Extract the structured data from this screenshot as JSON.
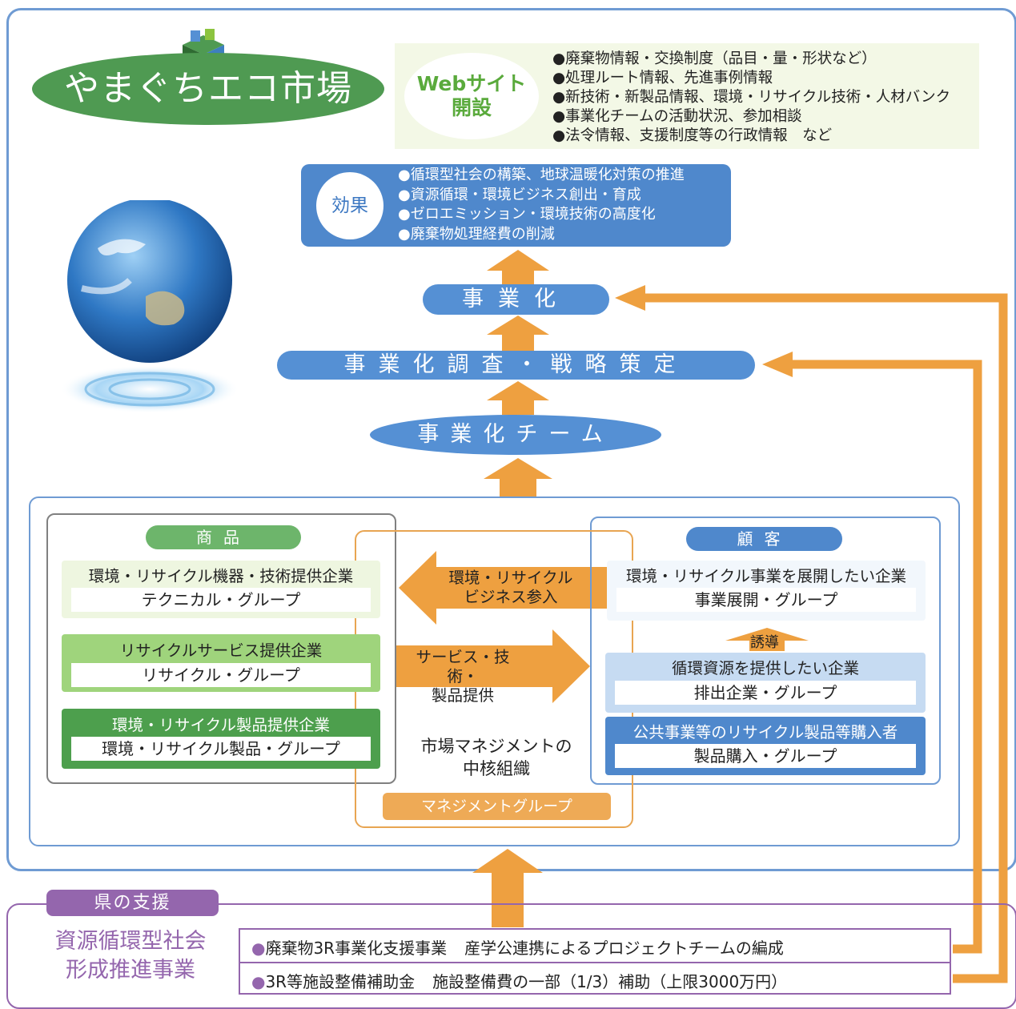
{
  "title": "やまぐちエコ市場",
  "website": {
    "label_line1": "Webサイト",
    "label_line2": "開設",
    "items": [
      "●廃棄物情報・交換制度（品目・量・形状など）",
      "●処理ルート情報、先進事例情報",
      "●新技術・新製品情報、環境・リサイクル技術・人材バンク",
      "●事業化チームの活動状況、参加相談",
      "●法令情報、支援制度等の行政情報　など"
    ]
  },
  "effect": {
    "label": "効果",
    "items": [
      "●循環型社会の構築、地球温暖化対策の推進",
      "●資源循環・環境ビジネス創出・育成",
      "●ゼロエミッション・環境技術の高度化",
      "●廃棄物処理経費の削減"
    ]
  },
  "flow": {
    "commercialization": "事業化",
    "survey_strategy": "事業化調査・戦略策定",
    "team": "事業化チーム"
  },
  "goods": {
    "header": "商品",
    "groups": [
      {
        "title": "環境・リサイクル機器・技術提供企業",
        "name": "テクニカル・グループ"
      },
      {
        "title": "リサイクルサービス提供企業",
        "name": "リサイクル・グループ"
      },
      {
        "title": "環境・リサイクル製品提供企業",
        "name": "環境・リサイクル製品・グループ"
      }
    ]
  },
  "customers": {
    "header": "顧客",
    "groups": [
      {
        "title": "環境・リサイクル事業を展開したい企業",
        "name": "事業展開・グループ"
      },
      {
        "title": "循環資源を提供したい企業",
        "name": "排出企業・グループ"
      },
      {
        "title": "公共事業等のリサイクル製品等購入者",
        "name": "製品購入・グループ"
      }
    ],
    "induce_label": "誘導"
  },
  "management": {
    "arrow_left_line1": "環境・リサイクル",
    "arrow_left_line2": "ビジネス参入",
    "arrow_right_line1": "サービス・技術・",
    "arrow_right_line2": "製品提供",
    "core_line1": "市場マネジメントの",
    "core_line2": "中核組織",
    "group_label": "マネジメントグループ"
  },
  "support": {
    "header": "県の支援",
    "program_line1": "資源循環型社会",
    "program_line2": "形成推進事業",
    "rows": [
      {
        "bullet": "●",
        "name": "廃棄物3R事業化支援事業",
        "desc": "産学公連携によるプロジェクトチームの編成"
      },
      {
        "bullet": "●",
        "name": "3R等施設整備補助金",
        "desc": "施設整備費の一部（1/3）補助（上限3000万円）"
      }
    ]
  },
  "colors": {
    "blue": "#5590d4",
    "green": "#4f9a52",
    "orange": "#eea040",
    "purple": "#9466ad"
  }
}
